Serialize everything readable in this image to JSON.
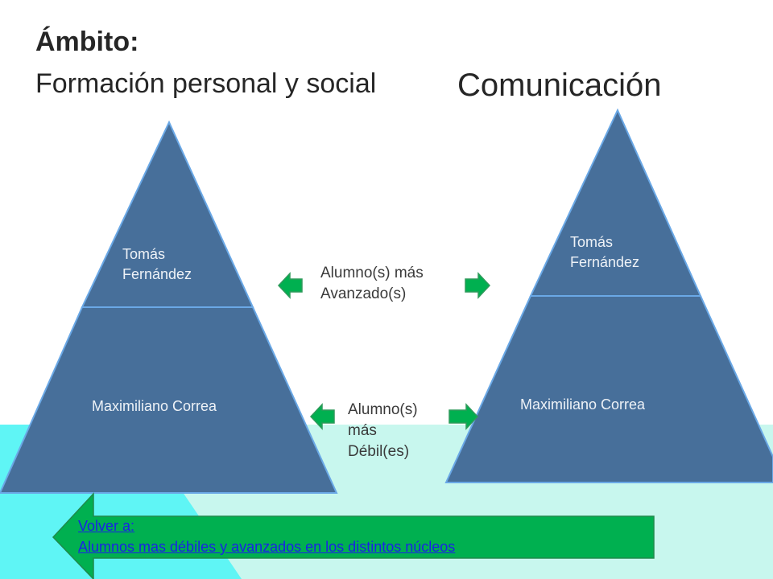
{
  "header": {
    "ambito_label": "Ámbito:",
    "ambito_value": "Formación personal y social",
    "second_title": "Comunicación"
  },
  "left_pyramid": {
    "top_label": "Tomás Fernández",
    "bottom_label": "Maximiliano Correa"
  },
  "right_pyramid": {
    "top_label": "Tomás Fernández",
    "bottom_label": "Maximiliano Correa"
  },
  "middle_labels": {
    "advanced": "Alumno(s) más Avanzado(s)",
    "weak": "Alumno(s) más Débil(es)"
  },
  "nav": {
    "line1": "Volver a:",
    "line2": "Alumnos mas débiles y avanzados en los distintos núcleos"
  },
  "colors": {
    "pyramid_fill": "#476f9a",
    "pyramid_stroke": "#6aa8e6",
    "arrow_fill": "#00b050",
    "nav_arrow_fill": "#00b050",
    "accent_cyan": "#5ff5f5",
    "accent_mint": "#c8f7ee",
    "link_color": "#1a22e6"
  }
}
